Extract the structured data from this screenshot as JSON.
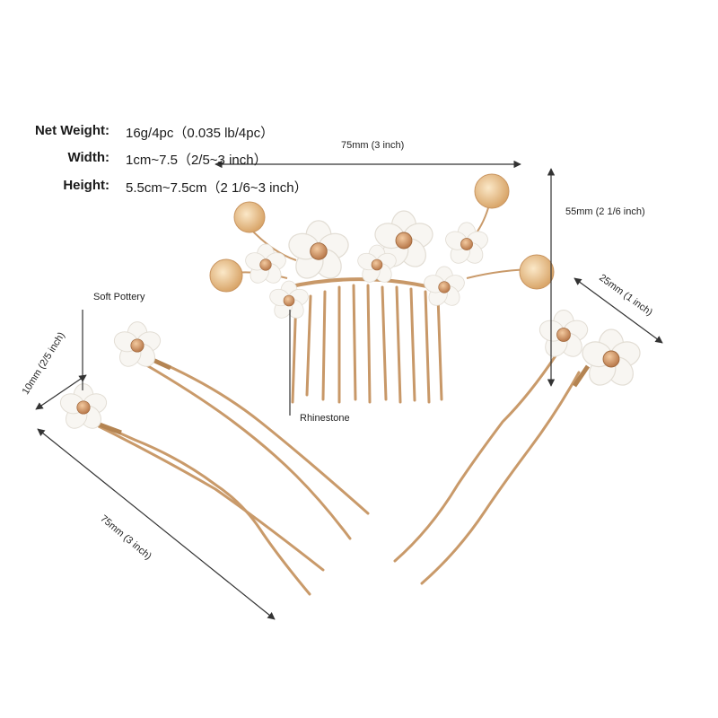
{
  "specs": [
    {
      "label": "Net Weight:",
      "value": "16g/4pc（0.035 lb/4pc）"
    },
    {
      "label": "Width:",
      "value": "1cm~7.5（2/5~3 inch）"
    },
    {
      "label": "Height:",
      "value": "5.5cm~7.5cm（2 1/6~3 inch）"
    }
  ],
  "dimensions": {
    "comb_width": "75mm (3 inch)",
    "comb_height": "55mm (2 1/6 inch)",
    "flower_diameter_right": "25mm (1 inch)",
    "flower_diameter_left": "10mm (2/5 inch)",
    "pin_length": "75mm (3 inch)"
  },
  "callouts": {
    "material": "Soft Pottery",
    "stone": "Rhinestone"
  },
  "colors": {
    "gold_wire": "#c99a6a",
    "petal": "#f7f5f1",
    "crystal": "#d9a56e",
    "sequin": "#e9c79b",
    "dimension_line": "#333333"
  }
}
